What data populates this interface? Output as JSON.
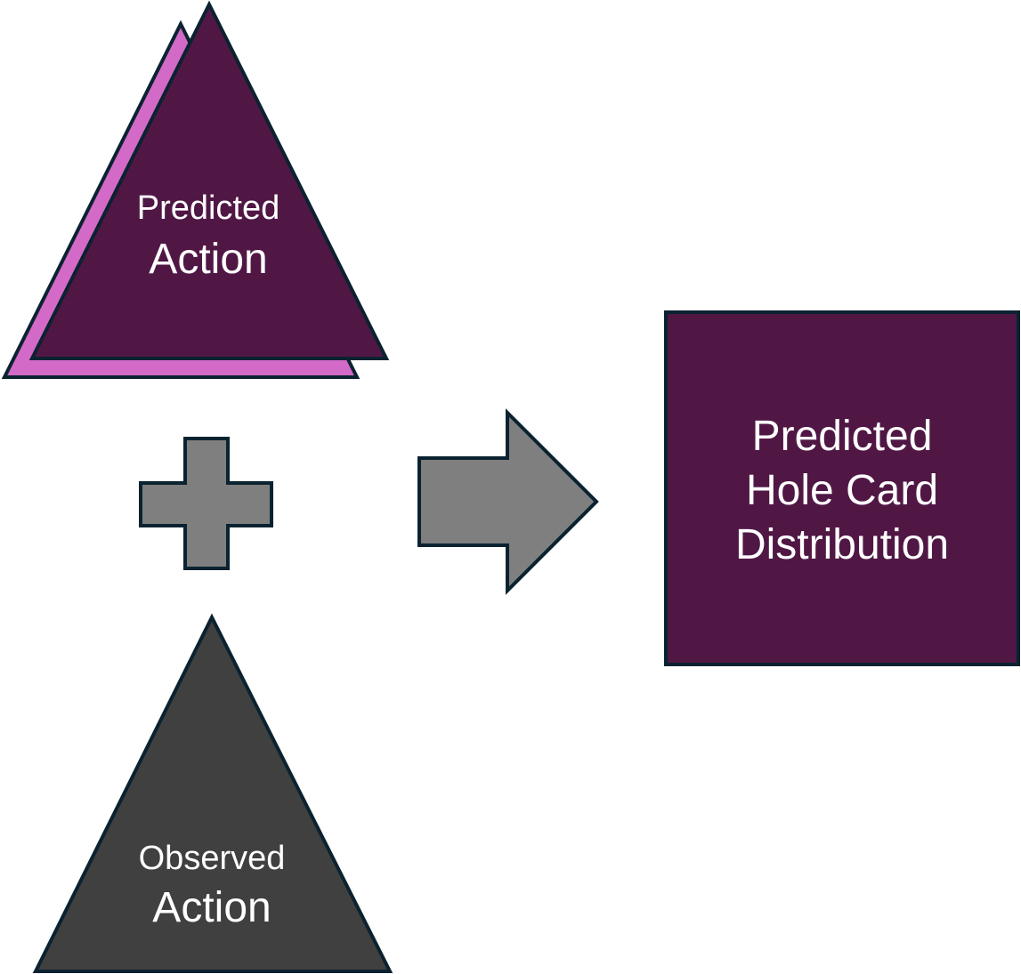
{
  "colors": {
    "predicted_fill": "#501745",
    "predicted_shadow": "#D36AC8",
    "observed_fill": "#404040",
    "operator_fill": "#7F7F7F",
    "stroke": "#0B2230"
  },
  "predicted_action": {
    "line1": "Predicted",
    "line2": "Action"
  },
  "operator": {
    "icon": "plus-icon"
  },
  "observed_action": {
    "line1": "Observed",
    "line2": "Action"
  },
  "arrow": {
    "icon": "right-arrow-icon"
  },
  "result": {
    "line1": "Predicted",
    "line2": "Hole Card",
    "line3": "Distribution"
  }
}
